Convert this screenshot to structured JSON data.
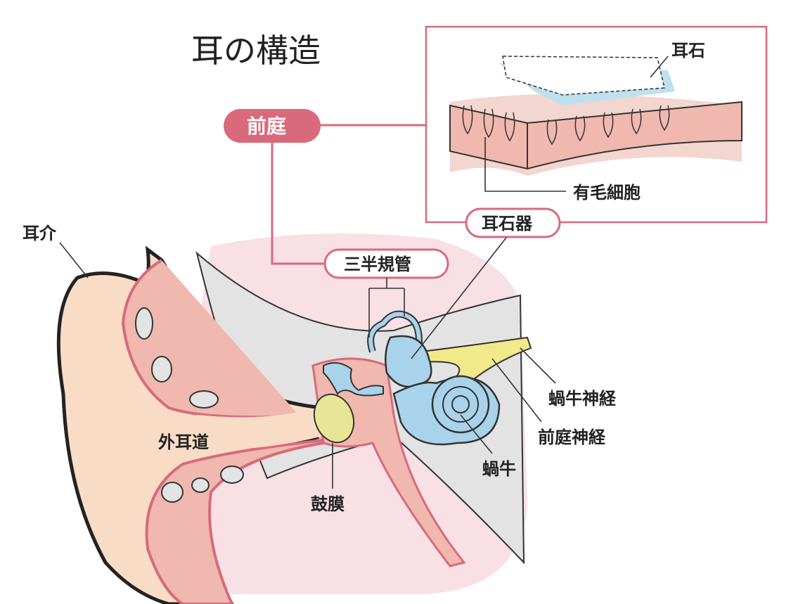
{
  "title": "耳の構造",
  "labels": {
    "vestibule": "前庭",
    "otolith": "耳石",
    "hair_cells": "有毛細胞",
    "otolith_organ": "耳石器",
    "semicircular_canals": "三半規管",
    "auricle": "耳介",
    "ear_canal": "外耳道",
    "eardrum": "鼓膜",
    "cochlear_nerve": "蝸牛神経",
    "vestibular_nerve": "前庭神経",
    "cochlea": "蝸牛"
  },
  "colors": {
    "accent_pink": "#d86a7c",
    "skin": "#f9dcc6",
    "inner_pink": "#f0b8ae",
    "background_pink": "#f8e0e5",
    "bone_gray": "#e3e3e3",
    "inner_ear_blue": "#a9d3ea",
    "nerve_yellow": "#f2e98a",
    "eardrum_yellow": "#e9e596"
  }
}
